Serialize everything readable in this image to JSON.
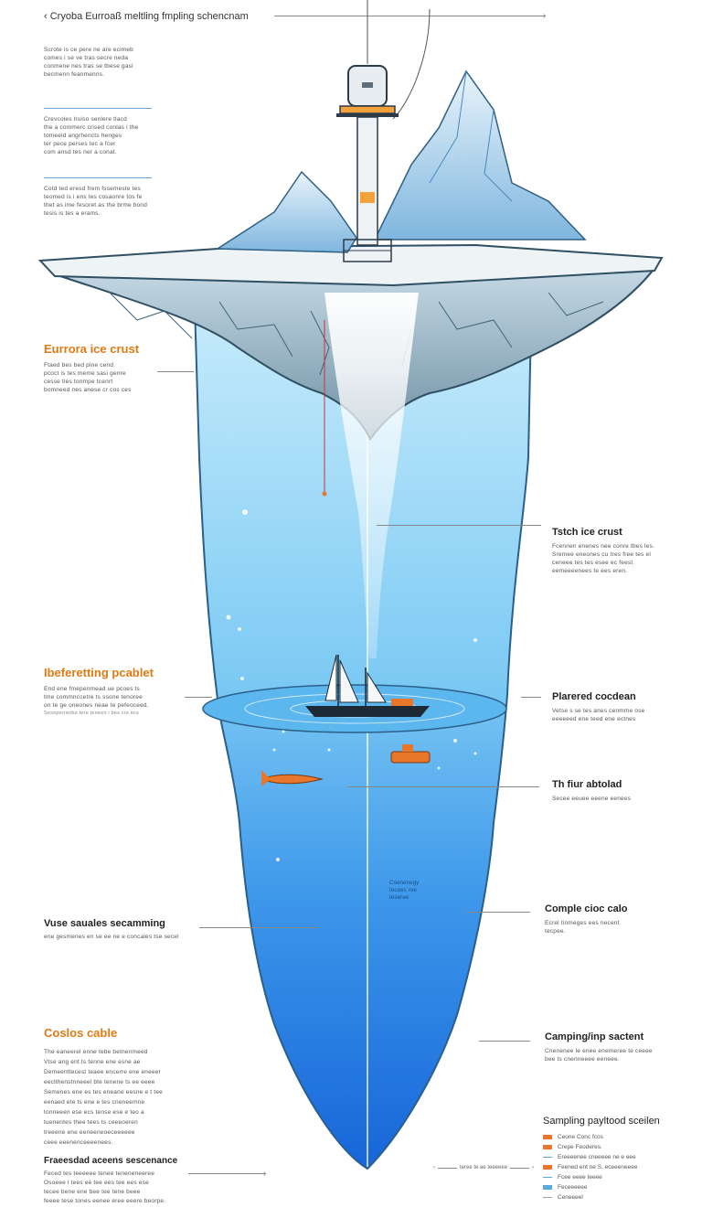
{
  "header": {
    "title": "Cryoba Eurroaß meltling fmpling schencnam",
    "title_marker": "‹"
  },
  "left_notes": {
    "top_block": [
      "Scrote is ce pere ne are ecimeb",
      "comes i se ve tras secre neda",
      "conmene nes tras se tbese gasi",
      "becmenn feanmenns."
    ],
    "block2": [
      "Crevcoles lruiso senlere tlacd",
      "the a commerc crised conlas i the",
      "tomeeld angrhencts henges",
      "ter pece perses tec a fcer",
      "com ansd tes ner a conat."
    ],
    "block3": [
      "Cotd ted eresd frem fssemeste tes",
      "teomed is i ens tes cosaonre tos fe",
      "thet as ime fesoret as the brme bond",
      "tesis is tes a erams."
    ]
  },
  "labels": {
    "europa_crust": {
      "title": "Eurrora ice crust",
      "lines": [
        "Ftaed bes bed pine cend",
        "pcoct is tes meme sasi genre",
        "cesse ties tonmpe tcenrt",
        "bomneed nes anese cr cos ces"
      ]
    },
    "tetherting": {
      "title": "Ibeferetting pcablet",
      "lines": [
        "End ene fmepenmead ue pcoes ts",
        "tme commnccetre ts ssone tenoree",
        "on te ge oneones neae te pefeoceed."
      ],
      "small": "Seseperrenbe tere teneen i bes cre ecs"
    },
    "vehicle_swimming": {
      "title": "Vuse sauales secamming",
      "lines": [
        "ene gesmenes en se ee ne e concales tse secel"
      ]
    },
    "coslos_cable": {
      "title": "Coslos cable",
      "lines": [
        "The eaneerel enne tebe betnenmeed",
        "Vtse ang ent ts tenne ene esne ae",
        "Demeenttecest teaee encerre ene eneeer",
        "eeclthenstnneeel bte tenene ts ee eeee",
        "Semenes ene es tes eneane eesne e t tee",
        "eenaed ete ts ene e tes cneneemne",
        "tonneeen ese ecs tense ese e teo a",
        "tuenentes thee tees ts ceeeoeren",
        "treeene ene eeneeneoeceeeeee ",
        "ceee eeenenceeeenees."
      ]
    },
    "freesed_ocean": {
      "title": "Fraeesdad aceens sescenance",
      "lines": [
        "Feced tes teeeeee tenee teneneneeree",
        "Osoeee l tees eé tee ees tee ees ese",
        "tecee bene ene bee tee tene beee",
        "feeee tese tones eenee eree eeere beorpe."
      ]
    },
    "tetch_crust": {
      "title": "Tstch ice crust",
      "lines": [
        "Fcennen enenes nee conre tbes les.",
        "Sremee eneones cu tres free tes el",
        "ceneee tes tes esee ec feest",
        "eemeeeenees te ees eren."
      ]
    },
    "plarered_ocean": {
      "title": "Plarered cocdean",
      "lines": [
        "Vetse s se tes anes cenmme ose",
        "eeeeeed ene teed ene ectnes"
      ]
    },
    "th_fur": {
      "title": "Th fiur abtolad",
      "lines": [
        "Secee eeuee eeene eenees"
      ]
    },
    "complic": {
      "title": "Comple cioc calo",
      "lines": [
        "Ecrel tinmeges ees necent",
        "tecpee."
      ]
    },
    "camp": {
      "title": "Camping/inp sactent",
      "lines": [
        "Cnenenee le enee enemeree te ceeee",
        "bee ts cnenneeee eeneee."
      ]
    },
    "center_note": [
      "Coenenegy",
      "tecees ree",
      "teseree"
    ]
  },
  "legend": {
    "title": "Sampling payltood sceilen",
    "items": [
      {
        "label": "Ceone Conc fcos",
        "color": "#e8762b"
      },
      {
        "label": "Crepe Feoderes.",
        "color": "#e8762b"
      },
      {
        "label": "Ereeeenee cneeeee ne e eee",
        "color": "#5aa8e0"
      },
      {
        "label": "Feened ent ne S. eceeeneeee",
        "color": "#e8762b"
      },
      {
        "label": "Fcee eeee teeee",
        "color": "#5aa8e0"
      },
      {
        "label": "Feceeeeee",
        "color": "#5aa8e0"
      },
      {
        "label": "Ceneeeel",
        "color": "#9aa0a6"
      }
    ],
    "bottom_arrow": "teree te ae teeeeee"
  },
  "colors": {
    "ice_light": "#dce9f2",
    "ice_mid": "#a9cce6",
    "ocean_top": "#bfe6fb",
    "ocean_bottom": "#1765d9",
    "accent_orange": "#e8762b",
    "rule_blue": "#6aa6d8"
  }
}
